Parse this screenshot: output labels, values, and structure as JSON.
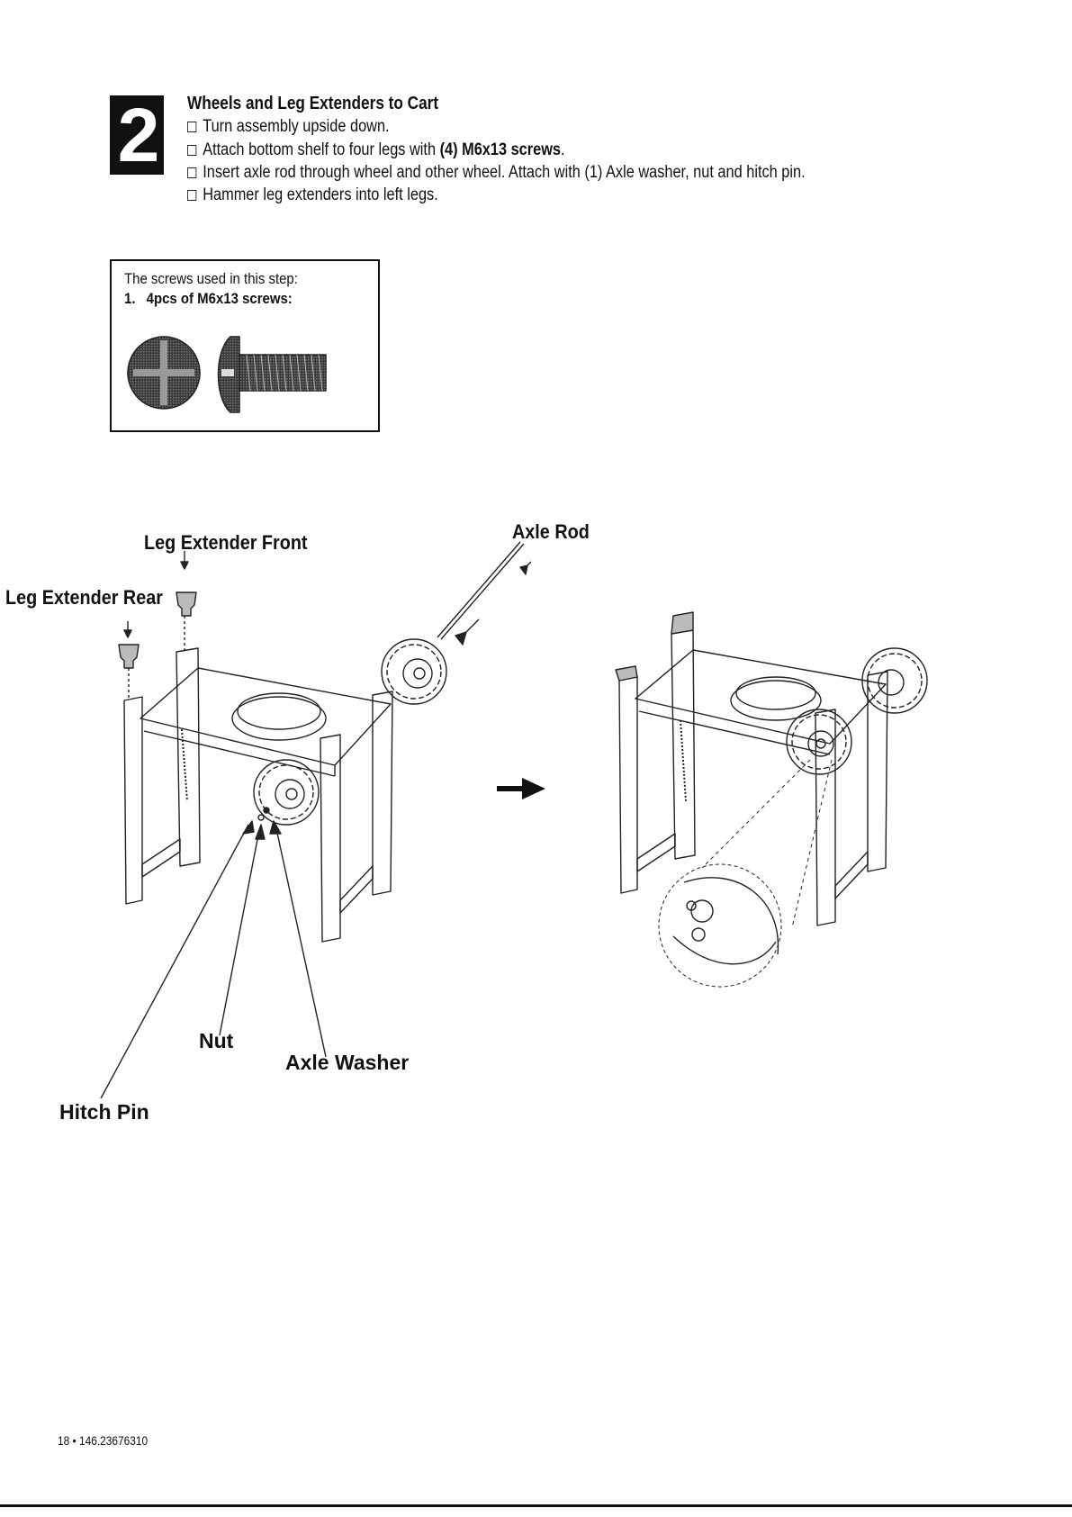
{
  "step": {
    "number": "2",
    "title": "Wheels and Leg Extenders to Cart",
    "instructions": [
      {
        "text": "Turn assembly upside down."
      },
      {
        "pre": "Attach bottom shelf to four legs with ",
        "bold": "(4) M6x13 screws",
        "post": "."
      },
      {
        "text": "Insert axle rod through wheel and other wheel. Attach with (1) Axle washer, nut and hitch pin."
      },
      {
        "text": "Hammer leg extenders into left legs."
      }
    ]
  },
  "screw_box": {
    "caption": "The screws used in this step:",
    "item_number": "1.",
    "item_text": "4pcs of M6x13 screws:"
  },
  "diagram_labels": {
    "leg_extender_front": "Leg Extender Front",
    "leg_extender_rear": "Leg Extender Rear",
    "axle_rod": "Axle Rod",
    "nut": "Nut",
    "axle_washer": "Axle Washer",
    "hitch_pin": "Hitch Pin"
  },
  "footer": "18 • 146.23676310",
  "icons": {
    "screw_head": "screw-head-icon",
    "screw_side": "screw-side-icon",
    "direction_arrow": "right-arrow-icon"
  }
}
